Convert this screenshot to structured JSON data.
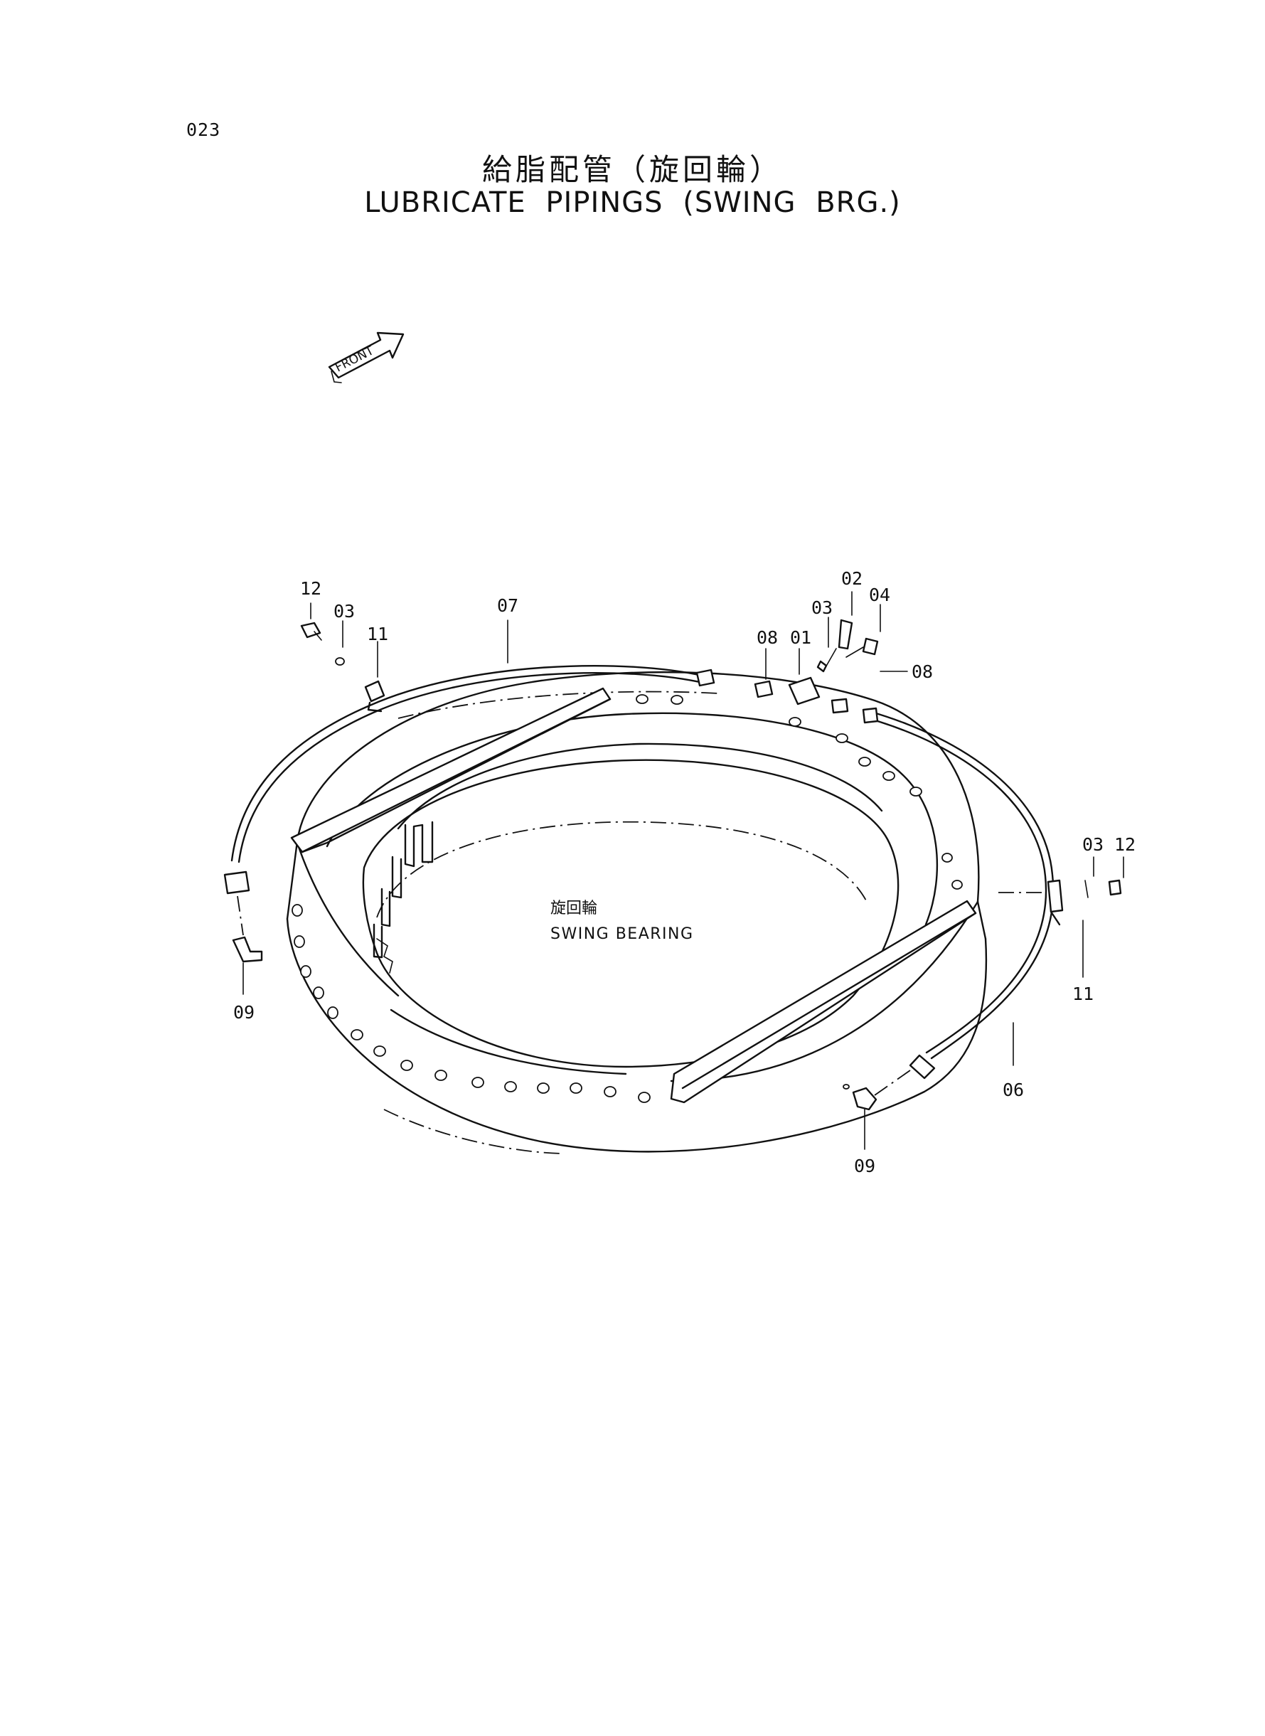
{
  "page": {
    "number": "023",
    "title_jp": "給脂配管（旋回輪）",
    "title_en": "LUBRICATE PIPINGS (SWING BRG.)"
  },
  "diagram": {
    "front_arrow_label": "FRONT",
    "center_label_jp": "旋回輪",
    "center_label_en": "SWING BEARING",
    "callouts": [
      {
        "id": "c1",
        "text": "12"
      },
      {
        "id": "c2",
        "text": "03"
      },
      {
        "id": "c3",
        "text": "11"
      },
      {
        "id": "c4",
        "text": "07"
      },
      {
        "id": "c5",
        "text": "02"
      },
      {
        "id": "c6",
        "text": "03"
      },
      {
        "id": "c7",
        "text": "04"
      },
      {
        "id": "c8",
        "text": "08"
      },
      {
        "id": "c9",
        "text": "01"
      },
      {
        "id": "c10",
        "text": "08"
      },
      {
        "id": "c11",
        "text": "03"
      },
      {
        "id": "c12",
        "text": "12"
      },
      {
        "id": "c13",
        "text": "11"
      },
      {
        "id": "c14",
        "text": "09"
      },
      {
        "id": "c15",
        "text": "06"
      },
      {
        "id": "c16",
        "text": "09"
      }
    ]
  }
}
